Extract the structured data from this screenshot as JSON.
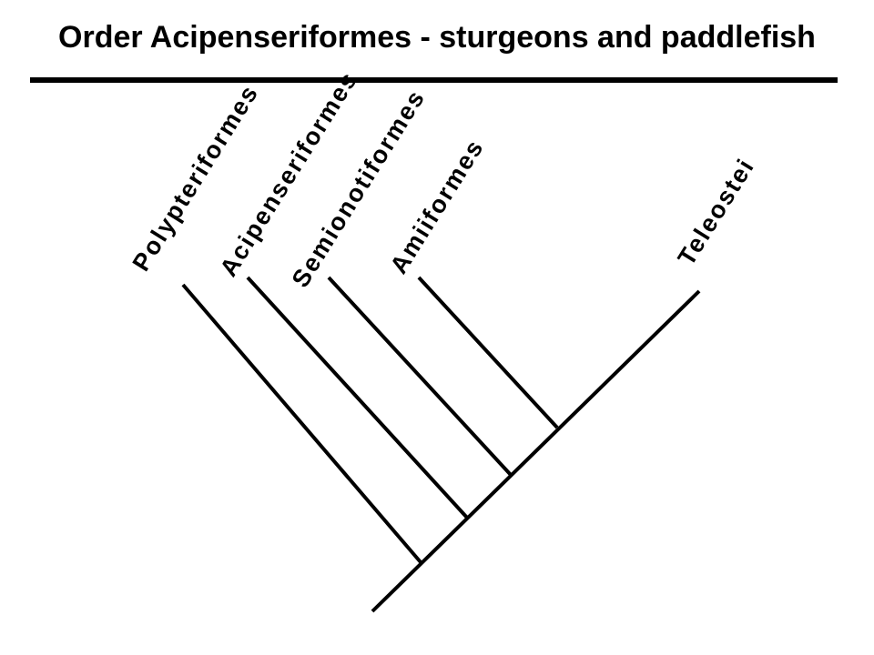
{
  "title": "Order Acipenseriformes - sturgeons and paddlefish",
  "cladogram": {
    "taxa": [
      {
        "id": "polypteriformes",
        "label": "Polypteriformes"
      },
      {
        "id": "acipenseriformes",
        "label": "Acipenseriformes"
      },
      {
        "id": "semionotiformes",
        "label": "Semionotiformes"
      },
      {
        "id": "amiiformes",
        "label": "Amiiformes"
      },
      {
        "id": "teleostei",
        "label": "Teleostei"
      }
    ],
    "topology": "(Polypteriformes,(Acipenseriformes,(Semionotiformes,(Amiiformes,Teleostei))))"
  },
  "colors": {
    "background": "#ffffff",
    "ink": "#000000"
  }
}
